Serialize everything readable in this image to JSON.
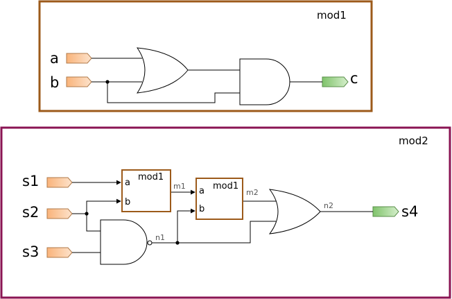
{
  "colors": {
    "mod1_border": "#9c5a1a",
    "mod2_border": "#8a1453",
    "input_port": "#f9c79b",
    "output_port": "#a8d69a",
    "submodule_border": "#9c5a1a"
  },
  "mod1": {
    "title": "mod1",
    "inputs": [
      "a",
      "b"
    ],
    "output": "c",
    "gates": [
      "or-gate",
      "and-gate"
    ]
  },
  "mod2": {
    "title": "mod2",
    "inputs": [
      "s1",
      "s2",
      "s3"
    ],
    "output": "s4",
    "instances": [
      {
        "name": "mod1",
        "port_a": "a",
        "port_b": "b",
        "out_net": "m1"
      },
      {
        "name": "mod1",
        "port_a": "a",
        "port_b": "b",
        "out_net": "m2"
      }
    ],
    "nets": {
      "nand_out": "n1",
      "or_out": "n2"
    },
    "gates": [
      "nand-gate",
      "or-gate"
    ]
  }
}
